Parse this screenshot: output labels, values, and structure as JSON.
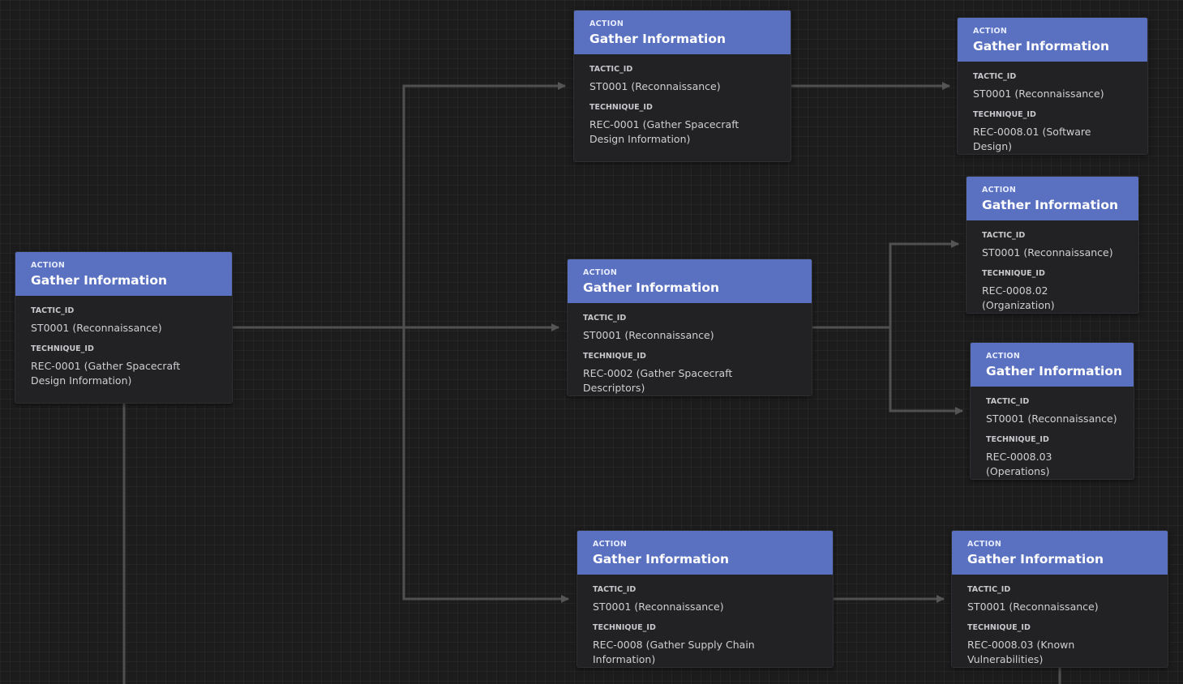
{
  "colors": {
    "background": "#1c1c1c",
    "node_header": "#5a70c0",
    "node_body": "#222224",
    "edge": "#4f4f4f"
  },
  "nodes": [
    {
      "kind": "ACTION",
      "title": "Gather Information",
      "fields": [
        {
          "label": "TACTIC_ID",
          "value": "ST0001 (Reconnaissance)"
        },
        {
          "label": "TECHNIQUE_ID",
          "value": "REC-0001 (Gather Spacecraft Design Information)"
        }
      ]
    },
    {
      "kind": "ACTION",
      "title": "Gather Information",
      "fields": [
        {
          "label": "TACTIC_ID",
          "value": "ST0001 (Reconnaissance)"
        },
        {
          "label": "TECHNIQUE_ID",
          "value": "REC-0001 (Gather Spacecraft Design Information)"
        }
      ]
    },
    {
      "kind": "ACTION",
      "title": "Gather Information",
      "fields": [
        {
          "label": "TACTIC_ID",
          "value": "ST0001 (Reconnaissance)"
        },
        {
          "label": "TECHNIQUE_ID",
          "value": "REC-0002 (Gather Spacecraft Descriptors)"
        }
      ]
    },
    {
      "kind": "ACTION",
      "title": "Gather Information",
      "fields": [
        {
          "label": "TACTIC_ID",
          "value": "ST0001 (Reconnaissance)"
        },
        {
          "label": "TECHNIQUE_ID",
          "value": "REC-0008 (Gather Supply Chain Information)"
        }
      ]
    },
    {
      "kind": "ACTION",
      "title": "Gather Information",
      "fields": [
        {
          "label": "TACTIC_ID",
          "value": "ST0001 (Reconnaissance)"
        },
        {
          "label": "TECHNIQUE_ID",
          "value": "REC-0008.01 (Software Design)"
        }
      ]
    },
    {
      "kind": "ACTION",
      "title": "Gather Information",
      "fields": [
        {
          "label": "TACTIC_ID",
          "value": "ST0001 (Reconnaissance)"
        },
        {
          "label": "TECHNIQUE_ID",
          "value": "REC-0008.02 (Organization)"
        }
      ]
    },
    {
      "kind": "ACTION",
      "title": "Gather Information",
      "fields": [
        {
          "label": "TACTIC_ID",
          "value": "ST0001 (Reconnaissance)"
        },
        {
          "label": "TECHNIQUE_ID",
          "value": "REC-0008.03 (Operations)"
        }
      ]
    },
    {
      "kind": "ACTION",
      "title": "Gather Information",
      "fields": [
        {
          "label": "TACTIC_ID",
          "value": "ST0001 (Reconnaissance)"
        },
        {
          "label": "TECHNIQUE_ID",
          "value": "REC-0008.03 (Known Vulnerabilities)"
        }
      ]
    }
  ]
}
